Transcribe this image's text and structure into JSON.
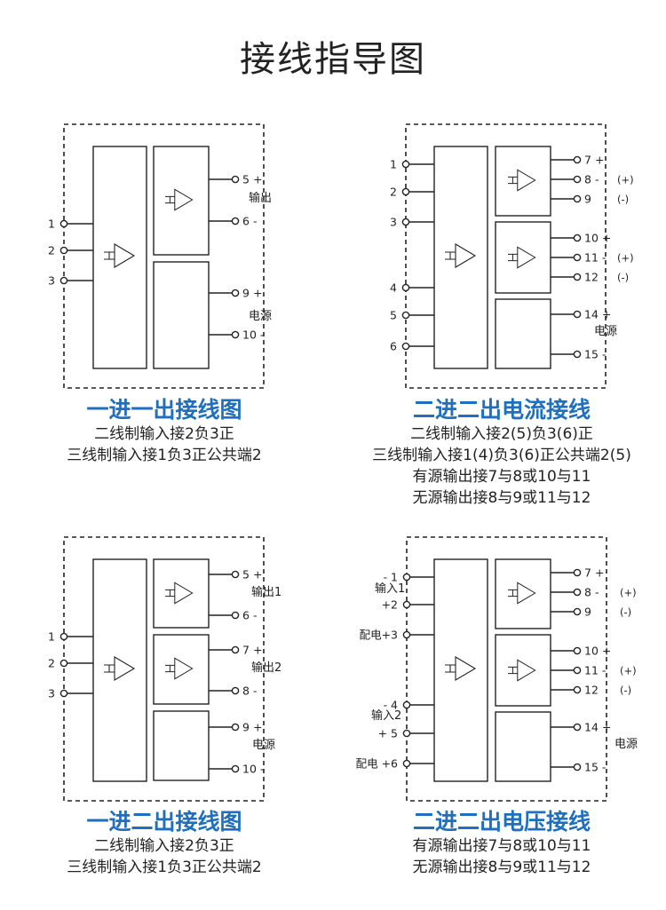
{
  "title": "接线指导图",
  "diagrams": [
    {
      "id": "d1",
      "inputs": [
        {
          "label": "1"
        },
        {
          "label": "2"
        },
        {
          "label": "3"
        }
      ],
      "outputs": [
        {
          "label": "5",
          "sign": "+",
          "pol": ""
        },
        {
          "label": "6",
          "sign": "-",
          "pol": ""
        },
        {
          "label": "9",
          "sign": "+",
          "pol": ""
        },
        {
          "label": "10",
          "sign": "-",
          "pol": ""
        }
      ],
      "notes": [
        "输出",
        "电源"
      ],
      "title": "一进一出接线图",
      "lines": [
        "二线制输入接2负3正",
        "三线制输入接1负3正公共端2"
      ]
    },
    {
      "id": "d2",
      "inputs": [
        {
          "label": "1"
        },
        {
          "label": "2"
        },
        {
          "label": "3"
        },
        {
          "label": "4"
        },
        {
          "label": "5"
        },
        {
          "label": "6"
        }
      ],
      "outputs": [
        {
          "label": "7",
          "sign": "+",
          "pol": ""
        },
        {
          "label": "8",
          "sign": "-",
          "pol": "(+)"
        },
        {
          "label": "9",
          "sign": "",
          "pol": "(-)"
        },
        {
          "label": "10",
          "sign": "+",
          "pol": ""
        },
        {
          "label": "11",
          "sign": "-",
          "pol": "(+)"
        },
        {
          "label": "12",
          "sign": "",
          "pol": "(-)"
        },
        {
          "label": "14",
          "sign": "+",
          "pol": ""
        },
        {
          "label": "15",
          "sign": "-",
          "pol": ""
        }
      ],
      "notes": [
        "电源"
      ],
      "title": "二进二出电流接线",
      "lines": [
        "二线制输入接2(5)负3(6)正",
        "三线制输入接1(4)负3(6)正公共端2(5)",
        "有源输出接7与8或10与11",
        "无源输出接8与9或11与12"
      ]
    },
    {
      "id": "d3",
      "inputs": [
        {
          "label": "1"
        },
        {
          "label": "2"
        },
        {
          "label": "3"
        }
      ],
      "outputs": [
        {
          "label": "5",
          "sign": "+",
          "pol": ""
        },
        {
          "label": "6",
          "sign": "-",
          "pol": ""
        },
        {
          "label": "7",
          "sign": "+",
          "pol": ""
        },
        {
          "label": "8",
          "sign": "-",
          "pol": ""
        },
        {
          "label": "9",
          "sign": "+",
          "pol": ""
        },
        {
          "label": "10",
          "sign": "-",
          "pol": ""
        }
      ],
      "notes": [
        "输出1",
        "输出2",
        "电源"
      ],
      "title": "一进二出接线图",
      "lines": [
        "二线制输入接2负3正",
        "三线制输入接1负3正公共端2"
      ]
    },
    {
      "id": "d4",
      "inputs": [
        {
          "label": "- 1"
        },
        {
          "label": "+2"
        },
        {
          "label": "配电+3"
        },
        {
          "label": "- 4"
        },
        {
          "label": "+ 5"
        },
        {
          "label": "配电 +6"
        }
      ],
      "outputs": [
        {
          "label": "7",
          "sign": "+",
          "pol": ""
        },
        {
          "label": "8",
          "sign": "-",
          "pol": "(+)"
        },
        {
          "label": "9",
          "sign": "",
          "pol": "(-)"
        },
        {
          "label": "10",
          "sign": "+",
          "pol": ""
        },
        {
          "label": "11",
          "sign": "-",
          "pol": "(+)"
        },
        {
          "label": "12",
          "sign": "",
          "pol": "(-)"
        },
        {
          "label": "14",
          "sign": "+",
          "pol": ""
        },
        {
          "label": "15",
          "sign": "-",
          "pol": ""
        }
      ],
      "notes": [
        "输入1",
        "输入2",
        "电源"
      ],
      "title": "二进二出电压接线",
      "lines": [
        "有源输出接7与8或10与11",
        "无源输出接8与9或11与12"
      ]
    }
  ]
}
